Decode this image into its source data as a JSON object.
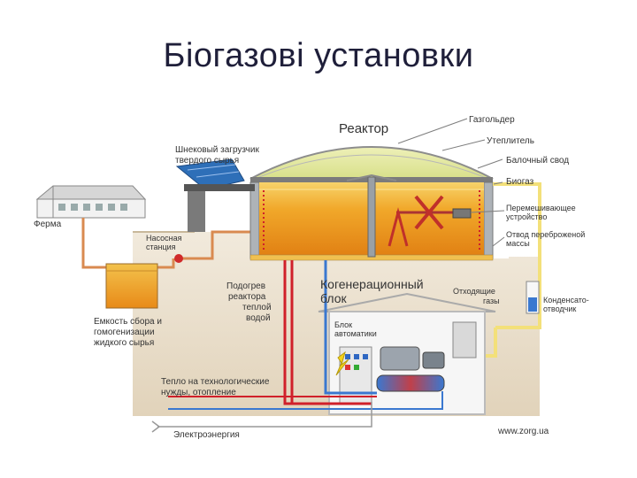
{
  "title": "Біогазові установки",
  "labels": {
    "reactor": "Реактор",
    "gasholder": "Газгольдер",
    "insulation": "Утеплитель",
    "vault": "Балочный свод",
    "biogas": "Биогаз",
    "mixer_1": "Перемешивающее",
    "mixer_2": "устройство",
    "outlet_1": "Отвод переброженой",
    "outlet_2": "массы",
    "auger_1": "Шнековый загрузчик",
    "auger_2": "твердого сырья",
    "farm": "Ферма",
    "pump_1": "Насосная",
    "pump_2": "станция",
    "tank_1": "Емкость сбора и",
    "tank_2": "гомогенизации",
    "tank_3": "жидкого сырья",
    "heating_1": "Подогрев",
    "heating_2": "реактора",
    "heating_3": "теплой",
    "heating_4": "водой",
    "cogen_1": "Когенерационный",
    "cogen_2": "блок",
    "exhaust_1": "Отходящие",
    "exhaust_2": "газы",
    "condensate_1": "Конденсато-",
    "condensate_2": "отводчик",
    "automation_1": "Блок",
    "automation_2": "автоматики",
    "heat_1": "Тепло на технологические",
    "heat_2": "нужды, отопление",
    "electricity": "Электроэнергия",
    "website": "www.zorg.ua"
  },
  "colors": {
    "digestate": "#f0a21a",
    "pipe_hot": "#e0323a",
    "pipe_cold": "#3a78d0",
    "pipe_gas": "#f4e07a",
    "pipe_feed": "#d98a50",
    "ground": "#e9dcc8"
  }
}
